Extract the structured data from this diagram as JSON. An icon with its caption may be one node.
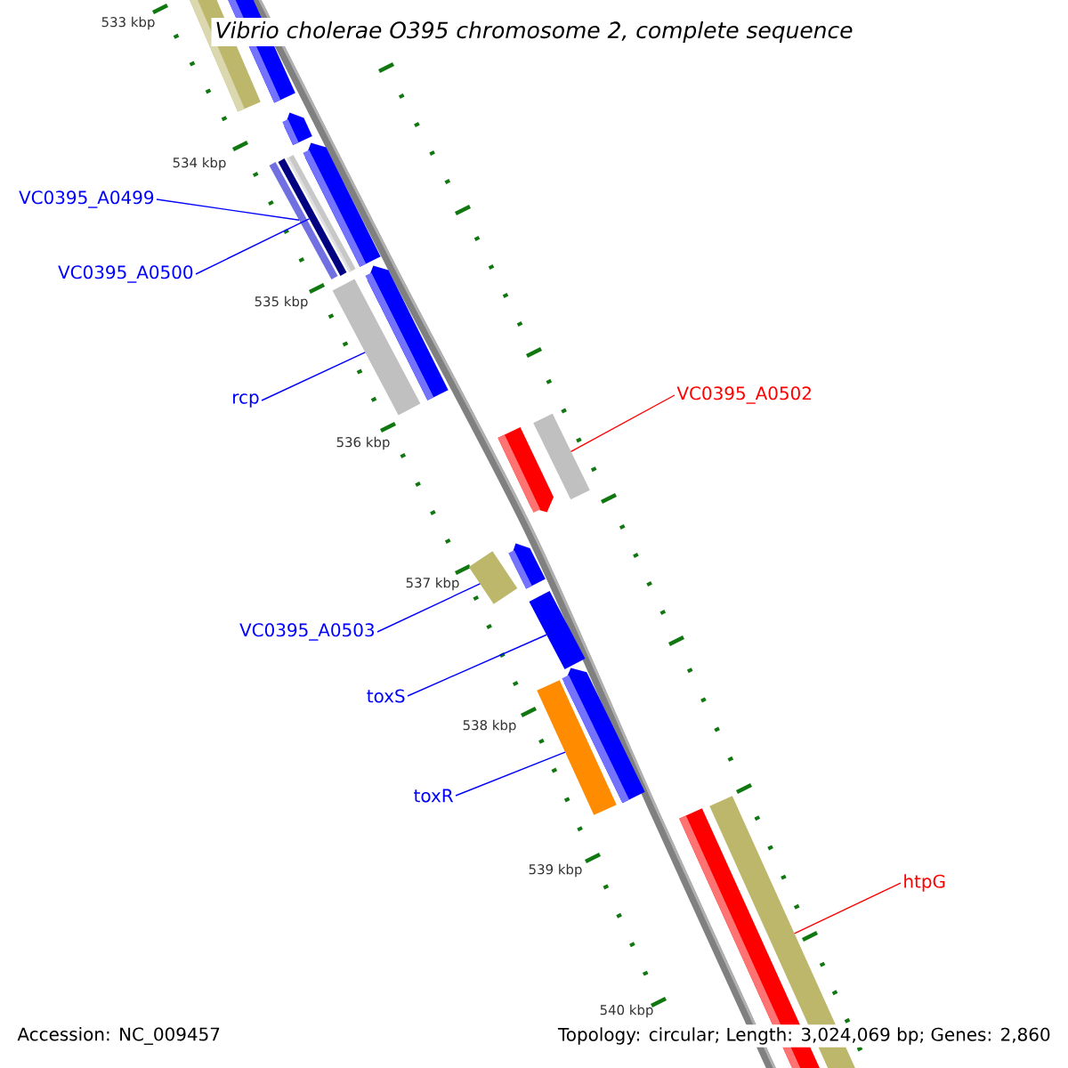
{
  "diagram": {
    "title": "Vibrio cholerae O395 chromosome 2, complete sequence",
    "nodes": [
      {
        "text": [
          "VC0395_A0499"
        ]
      },
      {
        "text": [
          "VC0395_A0500"
        ]
      },
      {
        "text": [
          "rcp"
        ]
      },
      {
        "text": [
          "VC0395_A0502"
        ]
      },
      {
        "text": [
          "VC0395_A0503"
        ]
      },
      {
        "text": [
          "toxS"
        ]
      },
      {
        "text": [
          "toxR"
        ]
      },
      {
        "text": [
          "htpG"
        ]
      },
      {
        "text": [],
        "shape": "bar"
      },
      {
        "text": [],
        "shape": "bar"
      },
      {
        "text": [],
        "shape": "bar"
      },
      {
        "text": [],
        "shape": "bar"
      },
      {
        "text": [],
        "shape": "bar"
      },
      {
        "text": [],
        "shape": "bar"
      },
      {
        "text": [],
        "shape": "bar"
      },
      {
        "text": [],
        "shape": "bar"
      }
    ],
    "edges": [
      {
        "from": 0,
        "to": 8,
        "arrow": "none"
      },
      {
        "from": 1,
        "to": 9,
        "arrow": "none"
      },
      {
        "from": 2,
        "to": 10,
        "arrow": "none"
      },
      {
        "from": 3,
        "to": 11,
        "arrow": "none",
        "color": "#ff0000"
      },
      {
        "from": 4,
        "to": 12,
        "arrow": "none"
      },
      {
        "from": 5,
        "to": 13,
        "arrow": "none"
      },
      {
        "from": 6,
        "to": 14,
        "arrow": "none"
      },
      {
        "from": 7,
        "to": 15,
        "arrow": "none",
        "color": "#ff0000"
      }
    ],
    "labels": [
      "533 kbp",
      "534 kbp",
      "535 kbp",
      "536 kbp",
      "537 kbp",
      "538 kbp",
      "539 kbp",
      "540 kbp",
      "Accession: NC_009457",
      "Topology: circular; Length: 3,024,069 bp; Genes: 2,860"
    ]
  }
}
